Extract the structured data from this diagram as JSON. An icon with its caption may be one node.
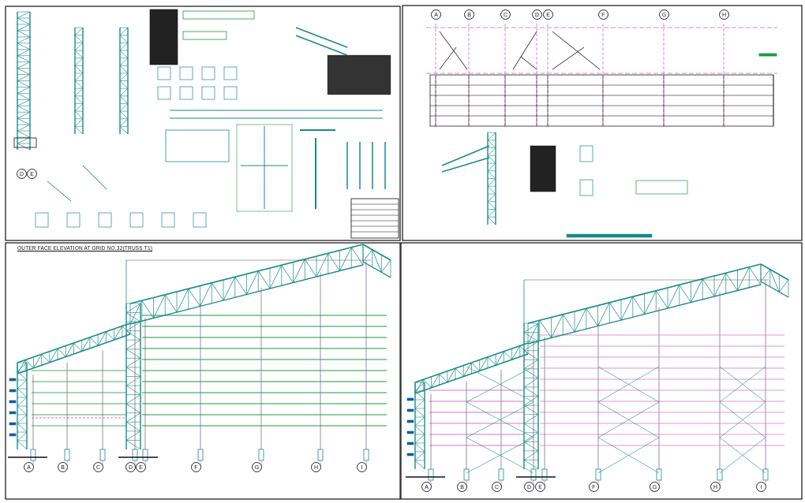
{
  "diagram": {
    "labels": [
      "OUTER FACE ELEVATION AT GRID NO.32(TRUSS T1)",
      "D",
      "E",
      "A",
      "B",
      "C",
      "D",
      "E",
      "F",
      "G",
      "H",
      "A",
      "B",
      "C",
      "D",
      "E",
      "F",
      "G",
      "H",
      "I",
      "A",
      "B",
      "C",
      "D",
      "E",
      "F",
      "G",
      "H",
      "I"
    ]
  }
}
